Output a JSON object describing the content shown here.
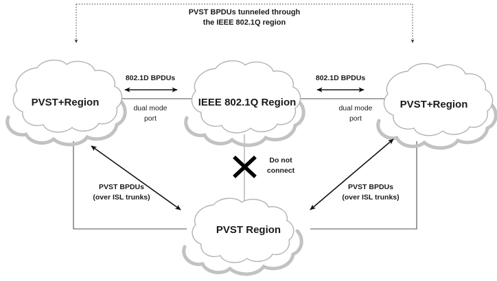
{
  "diagram": {
    "title_line1": "PVST BPDUs tunneled through",
    "title_line2": "the IEEE 802.1Q region",
    "clouds": [
      {
        "id": "pvst-plus-left",
        "label": "PVST+Region"
      },
      {
        "id": "ieee-center",
        "label": "IEEE 802.1Q Region"
      },
      {
        "id": "pvst-plus-right",
        "label": "PVST+Region"
      },
      {
        "id": "pvst-bottom",
        "label": "PVST Region"
      }
    ],
    "links": {
      "left_bpdu_label": "802.1D BPDUs",
      "left_port_line1": "dual mode",
      "left_port_line2": "port",
      "right_bpdu_label": "802.1D BPDUs",
      "right_port_line1": "dual mode",
      "right_port_line2": "port",
      "do_not_connect_line1": "Do not",
      "do_not_connect_line2": "connect",
      "left_trunk_line1": "PVST BPDUs",
      "left_trunk_line2": "(over ISL trunks)",
      "right_trunk_line1": "PVST BPDUs",
      "right_trunk_line2": "(over ISL trunks)"
    },
    "colors": {
      "background": "#ffffff",
      "cloud_fill": "#ffffff",
      "cloud_stroke": "#b2b2b2",
      "cloud_shadow": "#c2c2c2",
      "text": "#1a1a1a",
      "connector": "#4d4d4d",
      "arrow": "#111111"
    }
  }
}
